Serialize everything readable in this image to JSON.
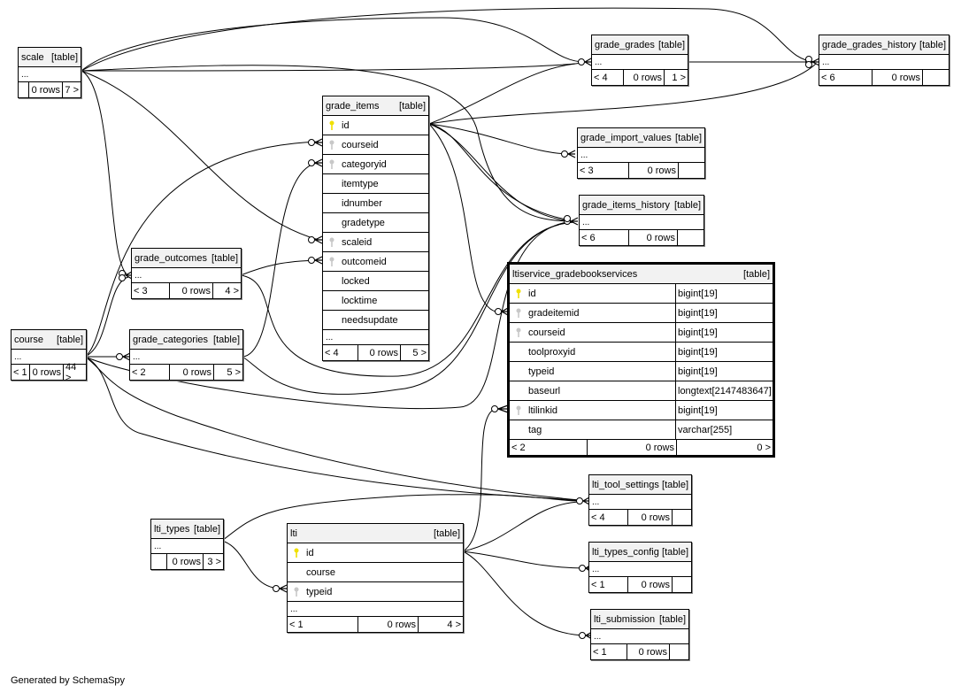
{
  "diagram": {
    "title_suffix": "[table]",
    "footer": "Generated by SchemaSpy",
    "colors": {
      "primary_key": "#f0e000",
      "foreign_key": "#c8c8c8",
      "header_bg": "#f2f2f2",
      "line": "#000000"
    },
    "tables": {
      "scale": {
        "name": "scale",
        "tag": "[table]",
        "ellipsis": "...",
        "parents": "",
        "rows": "0 rows",
        "children": "7 >"
      },
      "grade_grades": {
        "name": "grade_grades",
        "tag": "[table]",
        "ellipsis": "...",
        "parents": "< 4",
        "rows": "0 rows",
        "children": "1 >"
      },
      "grade_grades_history": {
        "name": "grade_grades_history",
        "tag": "[table]",
        "ellipsis": "...",
        "parents": "< 6",
        "rows": "0 rows",
        "children": ""
      },
      "grade_items": {
        "name": "grade_items",
        "tag": "[table]",
        "columns": [
          {
            "name": "id",
            "key": "primary"
          },
          {
            "name": "courseid",
            "key": "foreign"
          },
          {
            "name": "categoryid",
            "key": "foreign"
          },
          {
            "name": "itemtype",
            "key": ""
          },
          {
            "name": "idnumber",
            "key": ""
          },
          {
            "name": "gradetype",
            "key": ""
          },
          {
            "name": "scaleid",
            "key": "foreign"
          },
          {
            "name": "outcomeid",
            "key": "foreign"
          },
          {
            "name": "locked",
            "key": ""
          },
          {
            "name": "locktime",
            "key": ""
          },
          {
            "name": "needsupdate",
            "key": ""
          }
        ],
        "ellipsis": "...",
        "parents": "< 4",
        "rows": "0 rows",
        "children": "5 >"
      },
      "grade_import_values": {
        "name": "grade_import_values",
        "tag": "[table]",
        "ellipsis": "...",
        "parents": "< 3",
        "rows": "0 rows",
        "children": ""
      },
      "grade_items_history": {
        "name": "grade_items_history",
        "tag": "[table]",
        "ellipsis": "...",
        "parents": "< 6",
        "rows": "0 rows",
        "children": ""
      },
      "ltiservice_gradebookservices": {
        "name": "ltiservice_gradebookservices",
        "tag": "[table]",
        "columns": [
          {
            "name": "id",
            "type": "bigint[19]",
            "key": "primary"
          },
          {
            "name": "gradeitemid",
            "type": "bigint[19]",
            "key": "foreign"
          },
          {
            "name": "courseid",
            "type": "bigint[19]",
            "key": "foreign"
          },
          {
            "name": "toolproxyid",
            "type": "bigint[19]",
            "key": ""
          },
          {
            "name": "typeid",
            "type": "bigint[19]",
            "key": ""
          },
          {
            "name": "baseurl",
            "type": "longtext[2147483647]",
            "key": ""
          },
          {
            "name": "ltilinkid",
            "type": "bigint[19]",
            "key": "foreign"
          },
          {
            "name": "tag",
            "type": "varchar[255]",
            "key": ""
          }
        ],
        "parents": "< 2",
        "rows": "0 rows",
        "children": "0 >"
      },
      "grade_outcomes": {
        "name": "grade_outcomes",
        "tag": "[table]",
        "ellipsis": "...",
        "parents": "< 3",
        "rows": "0 rows",
        "children": "4 >"
      },
      "course": {
        "name": "course",
        "tag": "[table]",
        "ellipsis": "...",
        "parents": "< 1",
        "rows": "0 rows",
        "children": "44 >"
      },
      "grade_categories": {
        "name": "grade_categories",
        "tag": "[table]",
        "ellipsis": "...",
        "parents": "< 2",
        "rows": "0 rows",
        "children": "5 >"
      },
      "lti_types": {
        "name": "lti_types",
        "tag": "[table]",
        "ellipsis": "...",
        "parents": "",
        "rows": "0 rows",
        "children": "3 >"
      },
      "lti": {
        "name": "lti",
        "tag": "[table]",
        "columns": [
          {
            "name": "id",
            "key": "primary"
          },
          {
            "name": "course",
            "key": ""
          },
          {
            "name": "typeid",
            "key": "foreign"
          }
        ],
        "ellipsis": "...",
        "parents": "< 1",
        "rows": "0 rows",
        "children": "4 >"
      },
      "lti_tool_settings": {
        "name": "lti_tool_settings",
        "tag": "[table]",
        "ellipsis": "...",
        "parents": "< 4",
        "rows": "0 rows",
        "children": ""
      },
      "lti_types_config": {
        "name": "lti_types_config",
        "tag": "[table]",
        "ellipsis": "...",
        "parents": "< 1",
        "rows": "0 rows",
        "children": ""
      },
      "lti_submission": {
        "name": "lti_submission",
        "tag": "[table]",
        "ellipsis": "...",
        "parents": "< 1",
        "rows": "0 rows",
        "children": ""
      }
    }
  }
}
